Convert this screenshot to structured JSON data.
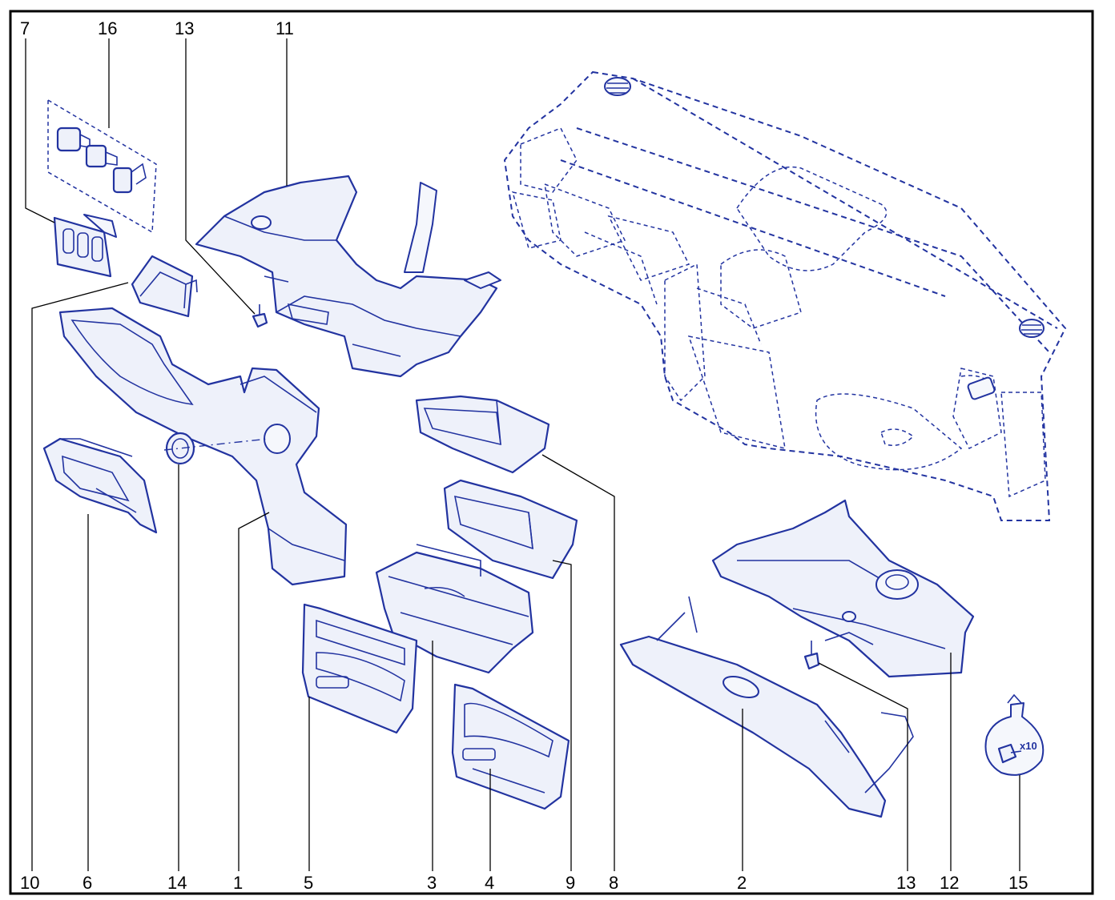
{
  "callouts": {
    "c7": "7",
    "c16": "16",
    "c13_top": "13",
    "c11": "11",
    "c10": "10",
    "c6": "6",
    "c14": "14",
    "c1": "1",
    "c5": "5",
    "c3": "3",
    "c4": "4",
    "c9": "9",
    "c8": "8",
    "c2": "2",
    "c13_bottom": "13",
    "c12": "12",
    "c15": "15"
  },
  "bag_label": "x10",
  "colors": {
    "line": "#2233a0",
    "frame": "#000000",
    "fill": "#eef1fa"
  }
}
